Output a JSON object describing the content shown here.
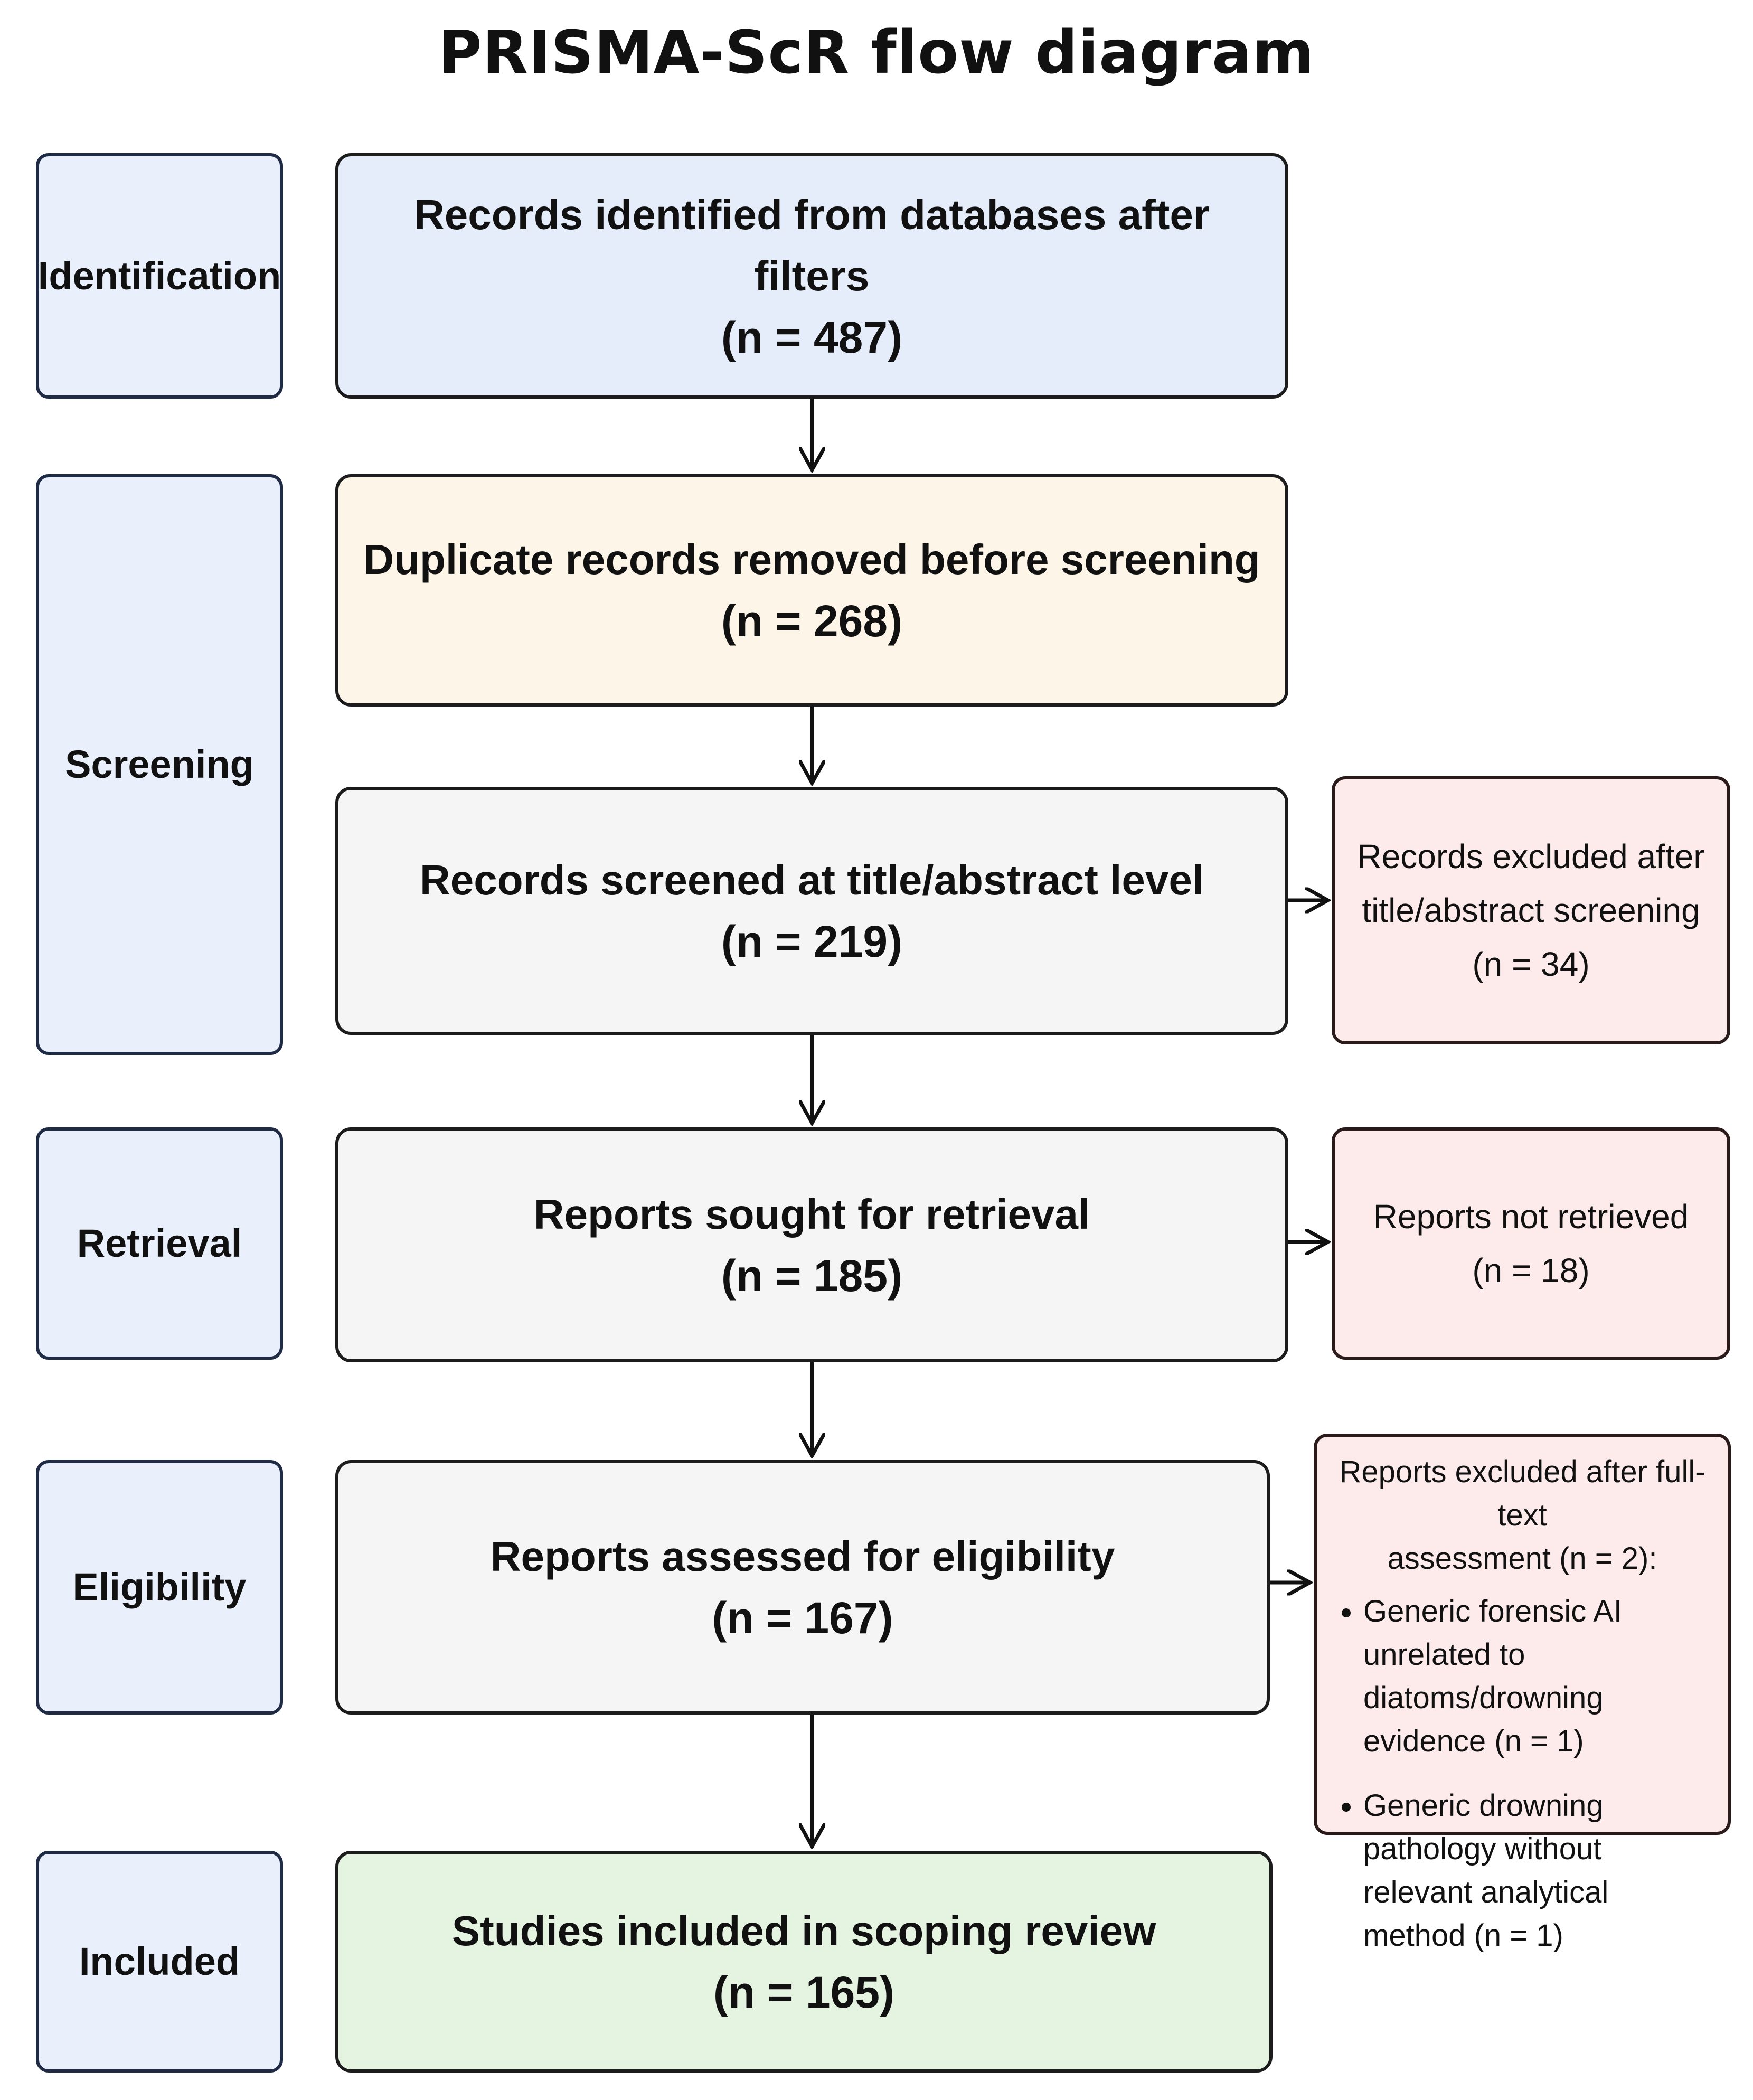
{
  "title": "PRISMA-ScR flow diagram",
  "phases": {
    "identification": "Identification",
    "screening": "Screening",
    "retrieval": "Retrieval",
    "eligibility": "Eligibility",
    "included": "Included"
  },
  "boxes": {
    "identified": {
      "text": "Records identified from databases after filters",
      "count": "(n = 487)"
    },
    "duplicates": {
      "text": "Duplicate records removed before screening",
      "count": "(n = 268)"
    },
    "screened": {
      "text": "Records screened at title/abstract level",
      "count": "(n = 219)"
    },
    "sought": {
      "text": "Reports sought for retrieval",
      "count": "(n = 185)"
    },
    "assessed": {
      "text": "Reports assessed for eligibility",
      "count": "(n = 167)"
    },
    "included": {
      "text": "Studies included in scoping review",
      "count": "(n = 165)"
    }
  },
  "exclusions": {
    "title_abstract": {
      "line1": "Records excluded after",
      "line2": "title/abstract screening",
      "count": "(n = 34)"
    },
    "not_retrieved": {
      "line1": "Reports not retrieved",
      "count": "(n = 18)"
    },
    "full_text": {
      "head_line1": "Reports excluded after full-text",
      "head_line2": "assessment (n = 2):",
      "reasons": [
        "Generic forensic AI unrelated to diatoms/drowning evidence (n = 1)",
        "Generic drowning pathology without relevant analytical method (n = 1)"
      ]
    }
  }
}
